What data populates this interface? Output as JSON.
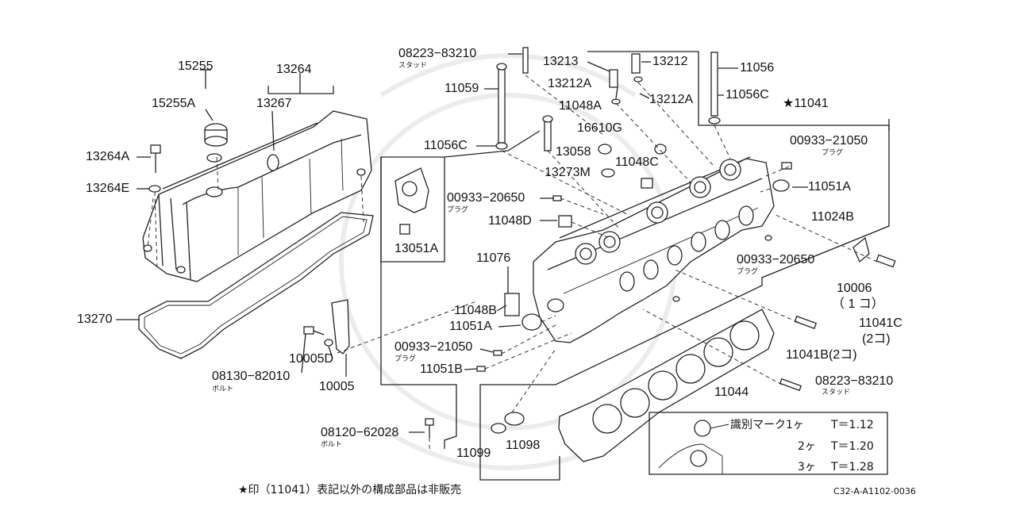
{
  "labels": {
    "p15255": "15255",
    "p15255a": "15255A",
    "p13264": "13264",
    "p13267": "13267",
    "p13264a": "13264A",
    "p13264e": "13264E",
    "p13270": "13270",
    "p10005d": "10005D",
    "p08130": "08130−82010",
    "p10005": "10005",
    "p08120": "08120−62028",
    "p08223top": "08223−83210",
    "p11059": "11059",
    "p13213": "13213",
    "p13212": "13212",
    "p11056": "11056",
    "p13212a_l": "13212A",
    "p13212a_r": "13212A",
    "p11056c_r": "11056C",
    "p11041": "★11041",
    "p11048a": "11048A",
    "p16610g": "16610G",
    "p11056c_l": "11056C",
    "p13058": "13058",
    "p13273m": "13273M",
    "p11048c": "11048C",
    "p00933_21050_r": "00933−21050",
    "p11051a_r": "11051A",
    "p00933_20650_l": "00933−20650",
    "p11048d": "11048D",
    "p11024b": "11024B",
    "p13051a": "13051A",
    "p11076": "11076",
    "p00933_20650_r": "00933−20650",
    "p11048b": "11048B",
    "p10006": "10006",
    "p10006q": "（ 1 コ）",
    "p11051a_l": "11051A",
    "p11041c": "11041C",
    "p11041cq": "(2コ)",
    "p00933_21050_l": "00933−21050",
    "p11041b": "11041B(2コ)",
    "p11051b": "11051B",
    "p11044": "11044",
    "p08223bot": "08223−83210",
    "p11099": "11099",
    "p11098": "11098"
  },
  "sublabels": {
    "stud_top": "スタッド",
    "bolt_08130": "ボルト",
    "bolt_08120": "ボルト",
    "plug_r1": "プラグ",
    "plug_l1": "プラグ",
    "plug_r2": "プラグ",
    "plug_l2": "プラグ",
    "stud_bot": "スタッド"
  },
  "mark_table": {
    "title": "識別マーク1ヶ",
    "rows": [
      {
        "mark": "",
        "t": "T＝1.12"
      },
      {
        "mark": "2ヶ",
        "t": "T＝1.20"
      },
      {
        "mark": "3ヶ",
        "t": "T＝1.28"
      }
    ]
  },
  "footer": {
    "note": "★印（11041）表記以外の構成部品は非販売",
    "code": "C32-A-A1102-0036"
  }
}
